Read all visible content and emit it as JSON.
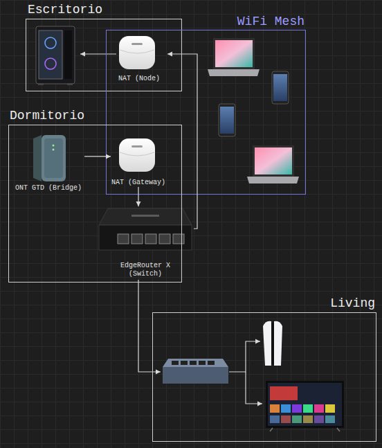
{
  "diagram": {
    "nodes": [
      {
        "text": [
          "Escritorio"
        ]
      },
      {
        "text": [
          "NAT (Node)"
        ],
        "in": 0
      },
      {
        "text": [
          "WiFi Mesh"
        ]
      },
      {
        "text": [
          "Dormitorio"
        ]
      },
      {
        "text": [
          "ONT GTD (Bridge)"
        ],
        "in": 3
      },
      {
        "text": [
          "NAT (Gateway)"
        ],
        "in": 3
      },
      {
        "text": [
          "EdgeRouter X (Switch)"
        ],
        "in": 3
      },
      {
        "text": [
          "Living"
        ]
      }
    ],
    "edges": [
      {
        "from": 4,
        "to": 5,
        "arrow": "to"
      },
      {
        "from": 5,
        "to": 6,
        "arrow": "to"
      },
      {
        "from": 6,
        "to": 1,
        "arrow": "to"
      }
    ]
  }
}
